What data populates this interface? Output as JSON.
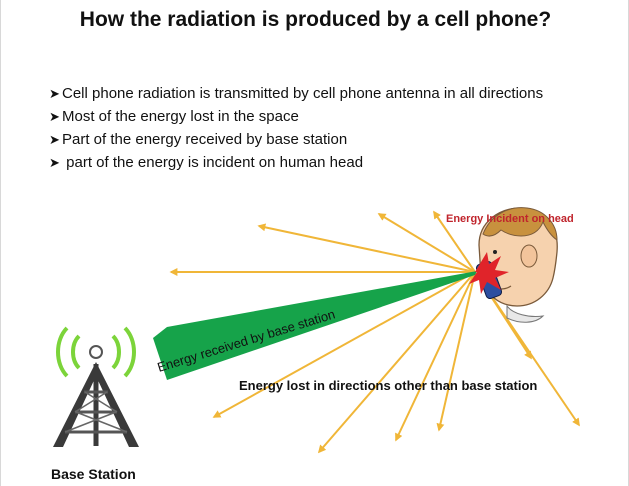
{
  "title": "How the radiation is produced by a cell phone?",
  "bullets": [
    "Cell phone radiation is transmitted by cell phone antenna in all directions",
    "Most of the energy lost in the space",
    "Part of the energy received by base station",
    " part of the energy is incident on human head"
  ],
  "labels": {
    "incident": "Energy Incident on head",
    "received": "Energy received by base station",
    "lost": "Energy lost in directions other than base station",
    "base_station": "Base Station"
  },
  "colors": {
    "ray": "#f0b638",
    "beam": "#16a34a",
    "wave": "#7cd43a",
    "tower": "#3a3a3a",
    "incident_text": "#c0242c"
  },
  "icons": {
    "tower": "antenna-tower-icon",
    "head": "human-head-icon",
    "phone": "cell-phone-icon"
  }
}
